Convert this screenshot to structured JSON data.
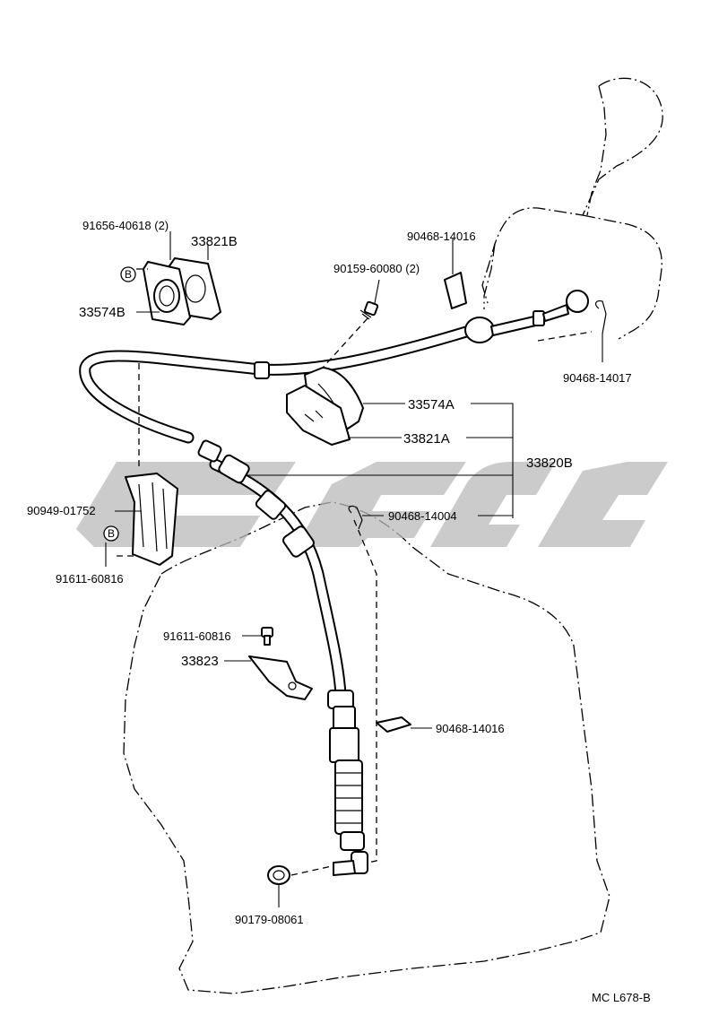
{
  "labels": {
    "bolt_washer": "91656-40618 (2)",
    "retainer_33821B": "33821B",
    "retainer_33574B": "33574B",
    "clip_upper": "90468-14016",
    "bolt_upper": "90159-60080 (2)",
    "clip_right": "90468-14017",
    "retainer_33574A": "33574A",
    "retainer_33821A": "33821A",
    "cable_assembly": "33820B",
    "clamp": "90949-01752",
    "clip_mid": "90468-14004",
    "bolt_left": "91611-60816",
    "bolt_mid": "91611-60816",
    "bracket": "33823",
    "clip_lower": "90468-14016",
    "nut": "90179-08061",
    "diagram_code": "MC L678-B",
    "marker_b1": "B",
    "marker_b2": "B"
  },
  "colors": {
    "line": "#000000",
    "watermark": "#b9b9b9",
    "background": "#ffffff"
  }
}
